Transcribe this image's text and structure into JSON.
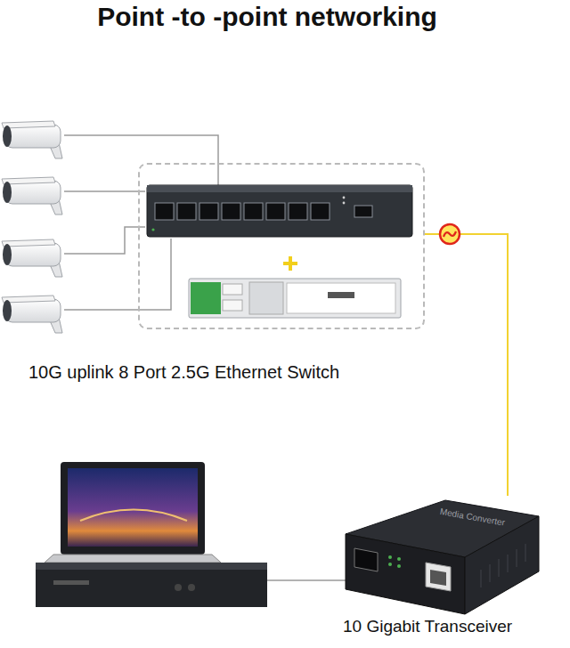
{
  "diagram": {
    "title": "Point -to -point networking",
    "nodes": [
      {
        "text": [
          "10G uplink 8 Port 2.5G Ethernet Switch"
        ]
      },
      {
        "text": [
          "Media Converter",
          "10 Gigabit Transceiver"
        ]
      }
    ],
    "edges": [
      {
        "from": 0,
        "to": 1,
        "arrow": "none"
      }
    ]
  }
}
